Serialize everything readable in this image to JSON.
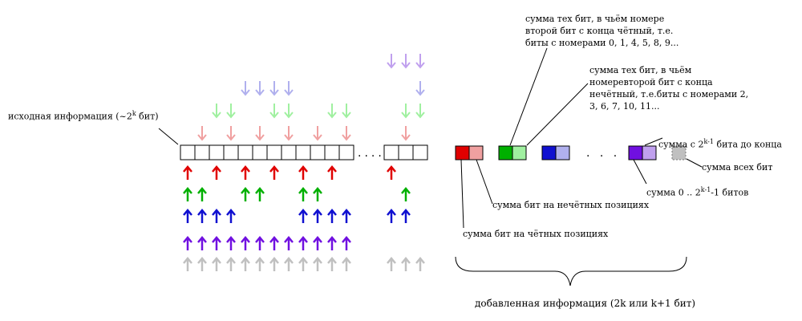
{
  "colors": {
    "red": "#e00000",
    "red_light": "#f0a0a0",
    "green": "#00b000",
    "green_light": "#a0f0a0",
    "blue": "#1010d0",
    "blue_light": "#b0b0ee",
    "violet": "#7010e0",
    "violet_light": "#c0a0ee",
    "gray": "#c0c0c0"
  },
  "labels": {
    "source_info_prefix": "исходная информация (~2",
    "source_info_exp": "k",
    "source_info_suffix": " бит)",
    "even_bit2_lines": [
      "сумма тех бит, в чьём номере",
      "второй бит с конца чётный, т.е.",
      "биты с номерами 0, 1, 4, 5, 8, 9..."
    ],
    "odd_bit2_lines": [
      "сумма тех бит, в чьём",
      "номеревторой бит с конца",
      "нечётный, т.е.биты с номерами 2,",
      "3, 6, 7, 10, 11..."
    ],
    "top_half_prefix": "сумма с 2",
    "top_half_exp": "k-1",
    "top_half_suffix": " бита до конца",
    "all_bits": "сумма всех бит",
    "bottom_half_prefix": "сумма 0 .. 2",
    "bottom_half_exp": "k-1",
    "bottom_half_suffix": "-1 битов",
    "odd_positions": "сумма бит на нечётных позициях",
    "even_positions": "сумма бит на чётных позициях",
    "added_info": "добавленная информация (2k или k+1 бит)",
    "ellipsis_bits": "....",
    "ellipsis_parity": ". . ."
  }
}
